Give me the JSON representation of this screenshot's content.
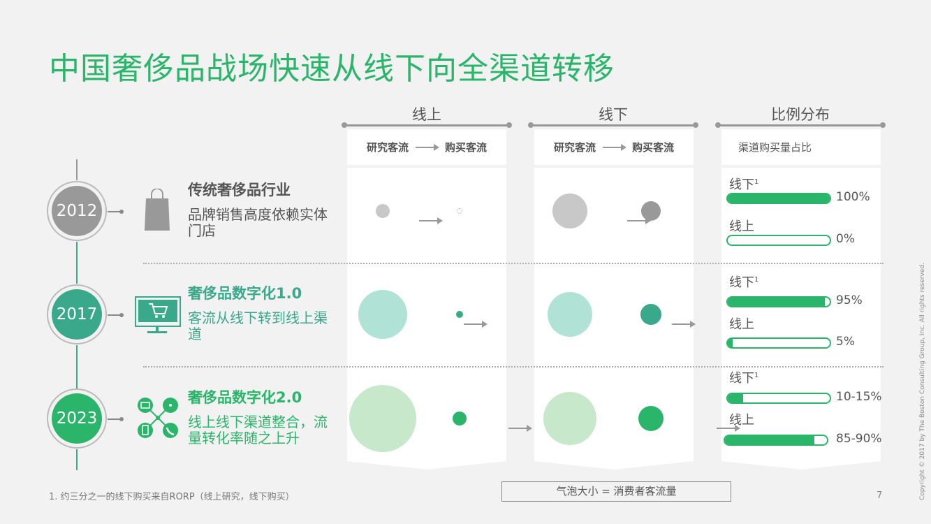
{
  "title": "中国奢侈品战场快速从线下向全渠道转移",
  "columns": [
    {
      "label": "线上",
      "from": "研究客流",
      "to": "购买客流"
    },
    {
      "label": "线下",
      "from": "研究客流",
      "to": "购买客流"
    },
    {
      "label": "比例分布",
      "sub": "渠道购买量占比"
    }
  ],
  "rows": [
    {
      "year": "2012",
      "color": "#999999",
      "icon": "shopping-bag-icon",
      "title": "传统奢侈品行业",
      "desc": "品牌销售高度依赖实体门店",
      "text_color": "#555555",
      "bars": [
        {
          "label": "线下",
          "sup": "1",
          "pct": "100%",
          "fill": 1.0
        },
        {
          "label": "线上",
          "pct": "0%",
          "fill": 0
        }
      ]
    },
    {
      "year": "2017",
      "color": "#3aa88a",
      "icon": "computer-cart-icon",
      "title": "奢侈品数字化1.0",
      "desc": "客流从线下转到线上渠道",
      "text_color": "#3aa88a",
      "bars": [
        {
          "label": "线下",
          "sup": "1",
          "pct": "95%",
          "fill": 0.95
        },
        {
          "label": "线上",
          "pct": "5%",
          "fill": 0.05
        }
      ]
    },
    {
      "year": "2023",
      "color": "#2bb56b",
      "icon": "omnichannel-network-icon",
      "title": "奢侈品数字化2.0",
      "desc": "线上线下渠道整合，流量转化率随之上升",
      "text_color": "#2bb56b",
      "bars": [
        {
          "label": "线下",
          "sup": "1",
          "pct": "10-15%",
          "fill": 0.15
        },
        {
          "label": "线上",
          "pct": "85-90%",
          "fill": 0.88
        }
      ]
    }
  ],
  "footnote": "1. 约三分之一的线下购买来自RORP（线上研究，线下购买）",
  "legend": "气泡大小 = 消费者客流量",
  "page_number": "7",
  "copyright": "Copyright © 2017 by The Boston Consulting Group, Inc. All rights reserved."
}
